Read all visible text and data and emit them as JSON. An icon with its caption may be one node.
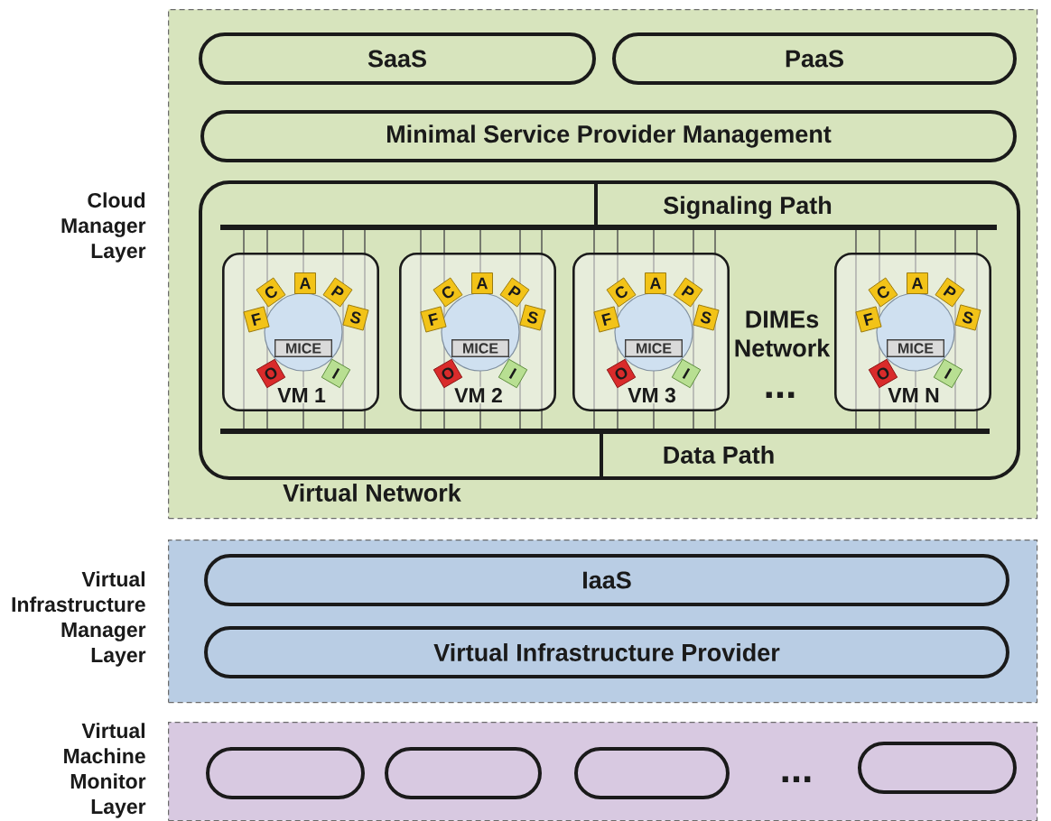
{
  "diagram": {
    "nodes": [
      {
        "text": [
          "Cloud Manager Layer"
        ]
      },
      {
        "text": [
          "SaaS"
        ],
        "in": 0
      },
      {
        "text": [
          "PaaS"
        ],
        "in": 0
      },
      {
        "text": [
          "Minimal Service Provider Management"
        ],
        "in": 0
      },
      {
        "text": [
          "Signaling Path",
          "DIMEs Network",
          "Data Path",
          "Virtual Network"
        ],
        "in": 0
      },
      {
        "text": [
          "VM 1"
        ],
        "in": 4
      },
      {
        "text": [],
        "shape": "circle",
        "in": 5
      },
      {
        "text": [
          "MICE"
        ],
        "in": 6
      },
      {
        "text": [
          "F"
        ],
        "in": 5
      },
      {
        "text": [
          "C"
        ],
        "in": 5
      },
      {
        "text": [
          "A"
        ],
        "in": 5
      },
      {
        "text": [
          "P"
        ],
        "in": 5
      },
      {
        "text": [
          "S"
        ],
        "in": 5
      },
      {
        "text": [
          "O"
        ],
        "in": 5
      },
      {
        "text": [
          "I"
        ],
        "in": 5
      },
      {
        "text": [
          "VM 2"
        ],
        "in": 4
      },
      {
        "text": [],
        "shape": "circle",
        "in": 15
      },
      {
        "text": [
          "MICE"
        ],
        "in": 16
      },
      {
        "text": [
          "F"
        ],
        "in": 15
      },
      {
        "text": [
          "C"
        ],
        "in": 15
      },
      {
        "text": [
          "A"
        ],
        "in": 15
      },
      {
        "text": [
          "P"
        ],
        "in": 15
      },
      {
        "text": [
          "S"
        ],
        "in": 15
      },
      {
        "text": [
          "O"
        ],
        "in": 15
      },
      {
        "text": [
          "I"
        ],
        "in": 15
      },
      {
        "text": [
          "VM 3"
        ],
        "in": 4
      },
      {
        "text": [],
        "shape": "circle",
        "in": 25
      },
      {
        "text": [
          "MICE"
        ],
        "in": 26
      },
      {
        "text": [
          "F"
        ],
        "in": 25
      },
      {
        "text": [
          "C"
        ],
        "in": 25
      },
      {
        "text": [
          "A"
        ],
        "in": 25
      },
      {
        "text": [
          "P"
        ],
        "in": 25
      },
      {
        "text": [
          "S"
        ],
        "in": 25
      },
      {
        "text": [
          "O"
        ],
        "in": 25
      },
      {
        "text": [
          "I"
        ],
        "in": 25
      },
      {
        "text": [
          "VM N"
        ],
        "in": 4
      },
      {
        "text": [],
        "shape": "circle",
        "in": 35
      },
      {
        "text": [
          "MICE"
        ],
        "in": 36
      },
      {
        "text": [
          "F"
        ],
        "in": 35
      },
      {
        "text": [
          "C"
        ],
        "in": 35
      },
      {
        "text": [
          "A"
        ],
        "in": 35
      },
      {
        "text": [
          "P"
        ],
        "in": 35
      },
      {
        "text": [
          "S"
        ],
        "in": 35
      },
      {
        "text": [
          "O"
        ],
        "in": 35
      },
      {
        "text": [
          "I"
        ],
        "in": 35
      },
      {
        "text": [
          "Virtual Infrastructure Manager Layer"
        ]
      },
      {
        "text": [
          "IaaS"
        ],
        "in": 45
      },
      {
        "text": [
          "Virtual Infrastructure Provider"
        ],
        "in": 45
      },
      {
        "text": [
          "Virtual Machine Monitor Layer"
        ]
      },
      {
        "text": [],
        "shape": "box",
        "in": 48
      },
      {
        "text": [],
        "shape": "box",
        "in": 48
      },
      {
        "text": [],
        "shape": "box",
        "in": 48
      },
      {
        "text": [],
        "shape": "box",
        "in": 48
      }
    ],
    "labels": [
      "...",
      "..."
    ]
  }
}
